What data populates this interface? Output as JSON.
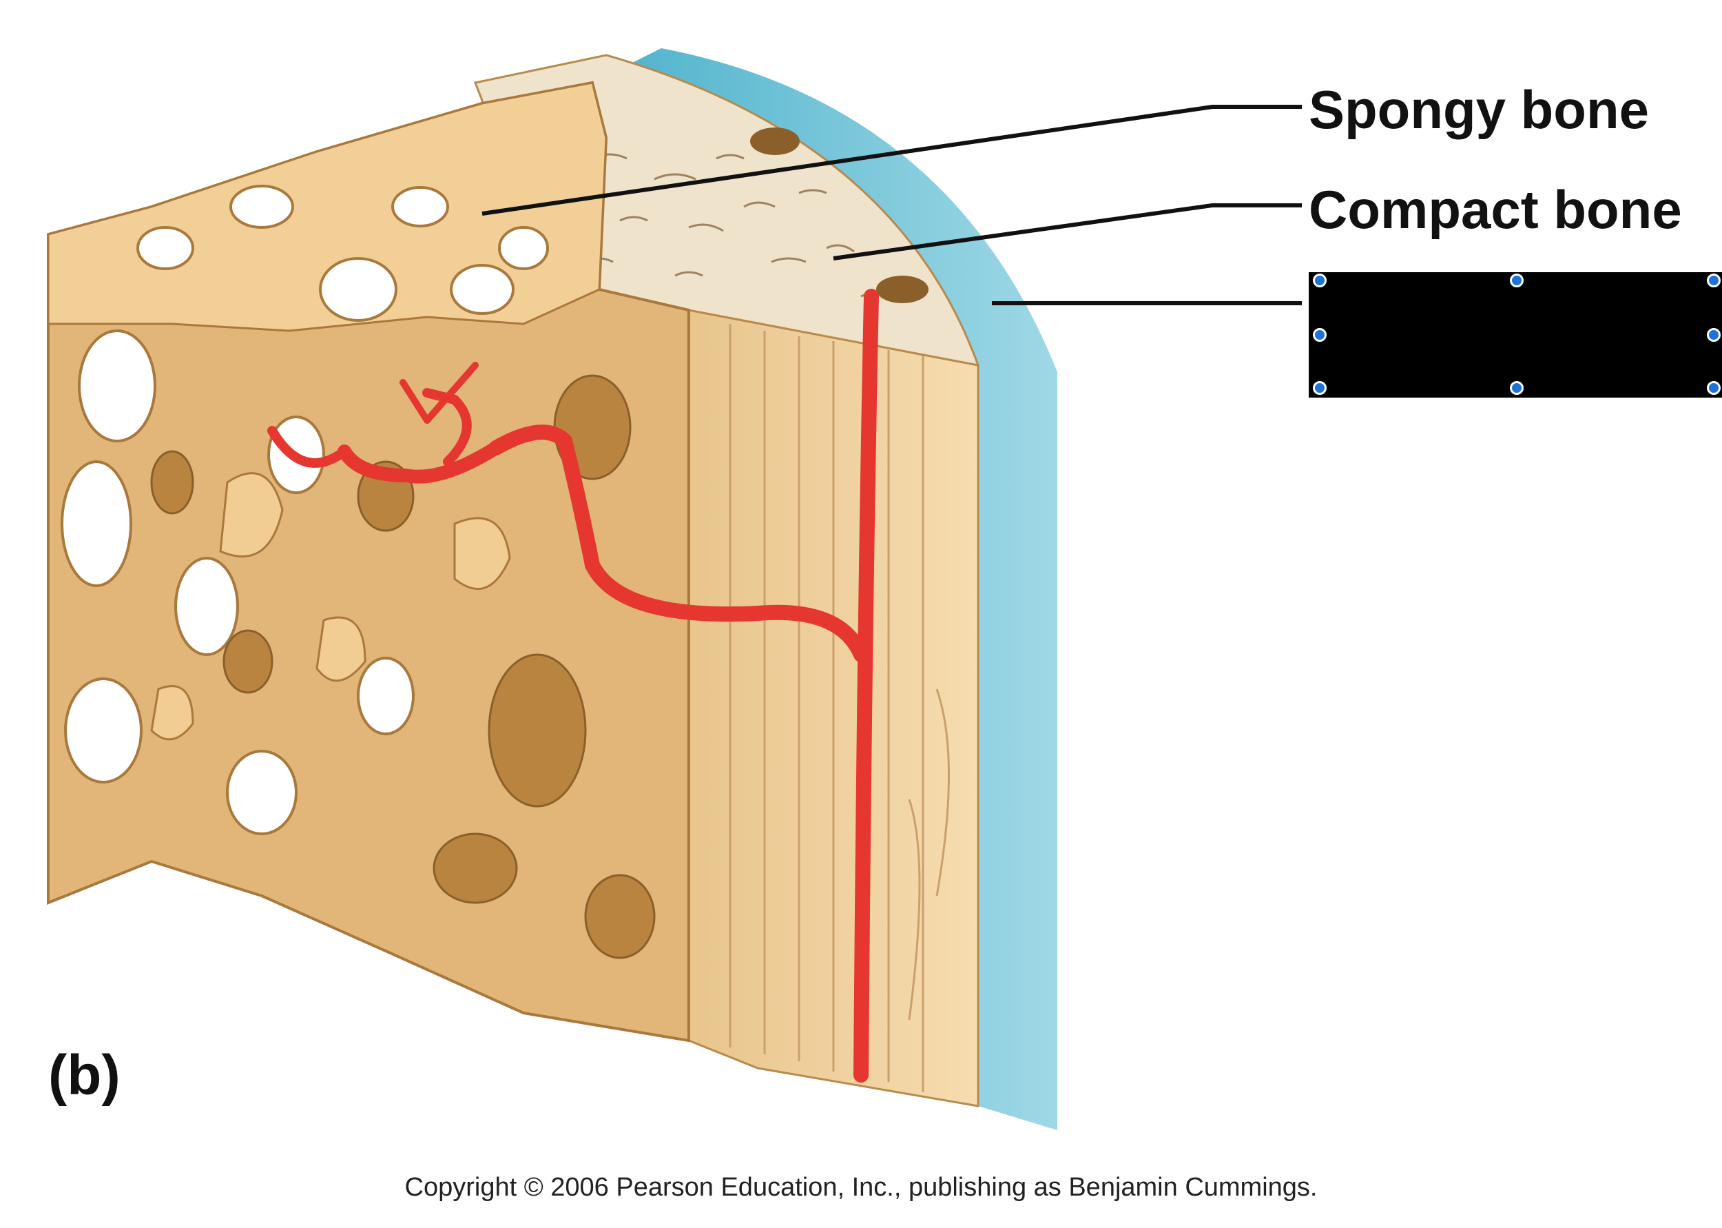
{
  "labels": {
    "spongy": "Spongy bone",
    "compact": "Compact bone"
  },
  "panel_letter": "(b)",
  "copyright": "Copyright © 2006 Pearson Education, Inc., publishing as Benjamin Cummings.",
  "colors": {
    "bone_light": "#f3cf98",
    "bone_mid": "#d9aa68",
    "bone_dark": "#a9783c",
    "compact_top": "#efe3cc",
    "periosteum": "#6cc3d6",
    "vessel": "#e5372f",
    "leader_line": "#111111",
    "hidden_box": "#000000",
    "handle": "#1e73d8"
  }
}
